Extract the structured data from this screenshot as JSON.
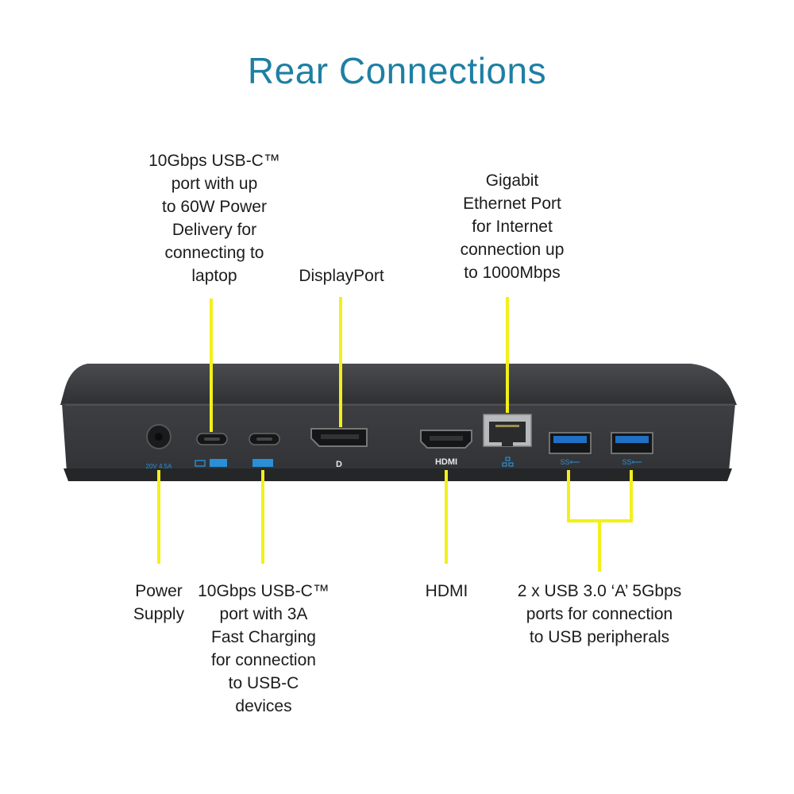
{
  "title": "Rear Connections",
  "callouts": {
    "usbc_pd": "10Gbps USB-C™\nport with up\nto 60W Power\nDelivery for\nconnecting to\nlaptop",
    "displayport": "DisplayPort",
    "ethernet": "Gigabit\nEthernet Port\nfor Internet\nconnection up\nto 1000Mbps",
    "power": "Power\nSupply",
    "usbc_charging": "10Gbps USB-C™\nport with 3A\nFast Charging\nfor connection\nto USB-C\ndevices",
    "hdmi": "HDMI",
    "usb_a": "2 x USB 3.0 ‘A’ 5Gbps\nports for connection\nto USB peripherals"
  },
  "device": {
    "power_rating": "20V   4.5A",
    "hdmi_mark": "HDMI"
  },
  "colors": {
    "title": "#1e7fa3",
    "leader_line": "#f2f01a",
    "device_body": "#3a3b3d",
    "port_icon": "#2a8fd6"
  }
}
